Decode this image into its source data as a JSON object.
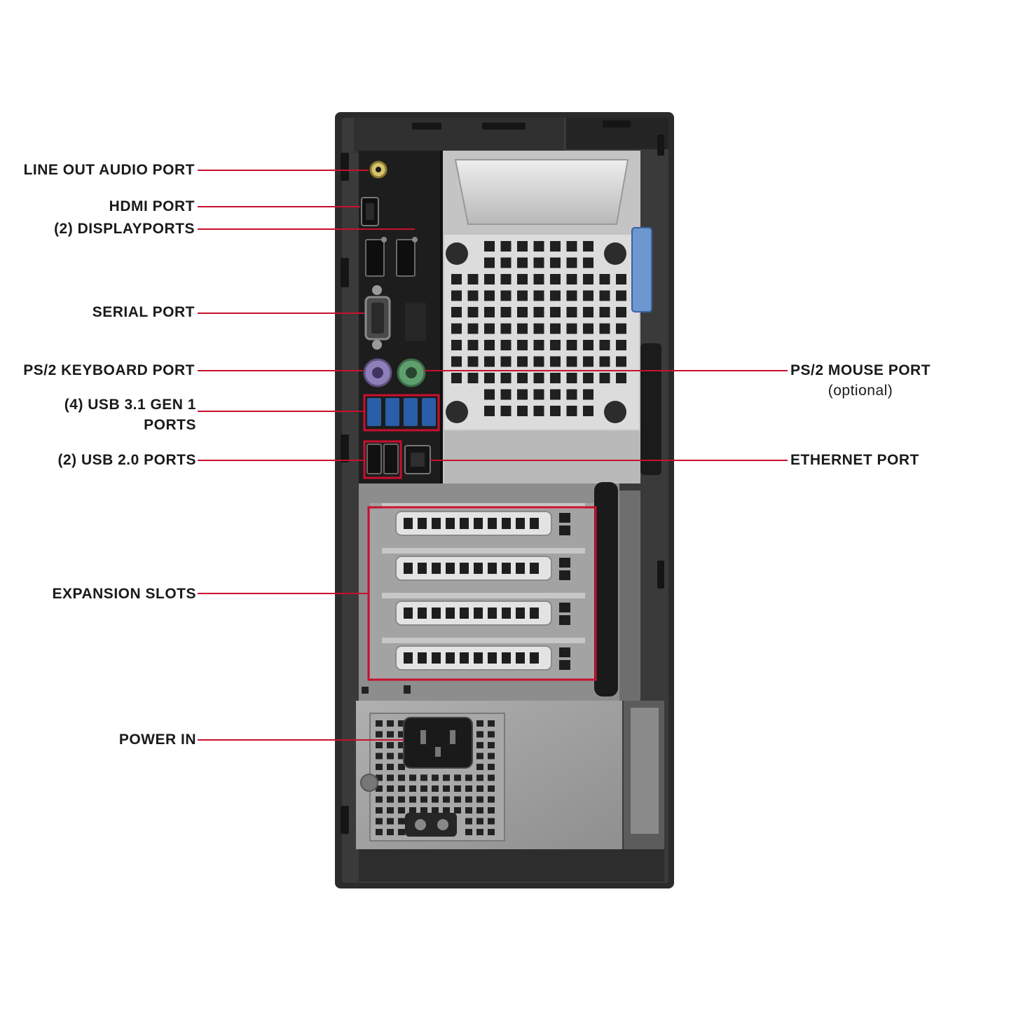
{
  "colors": {
    "leader": "#c8102e",
    "chassis": "#2b2b2b",
    "panel": "#1d1d1d",
    "metal": "#b5b5b5",
    "port_blue": "#2a5ea8",
    "ps2_purple": "#8f7fb8",
    "ps2_green": "#5f9e6e",
    "release_latch": "#6d97cf"
  },
  "callouts": {
    "line_out": {
      "text": "LINE OUT AUDIO PORT",
      "side": "left",
      "icon": "audio-jack-icon"
    },
    "hdmi": {
      "text": "HDMI PORT",
      "side": "left",
      "icon": "hdmi-port-icon"
    },
    "displayports": {
      "text": "(2) DISPLAYPORTS",
      "side": "left",
      "icon": "displayport-icon"
    },
    "serial": {
      "text": "SERIAL PORT",
      "side": "left",
      "icon": "serial-port-icon"
    },
    "ps2_keyboard": {
      "text": "PS/2 KEYBOARD PORT",
      "side": "left",
      "icon": "ps2-keyboard-port-icon"
    },
    "usb31": {
      "text": "(4) USB 3.1 GEN 1",
      "text2": "PORTS",
      "side": "left",
      "icon": "usb-port-icon"
    },
    "usb20": {
      "text": "(2) USB 2.0 PORTS",
      "side": "left",
      "icon": "usb-port-icon"
    },
    "expansion": {
      "text": "EXPANSION SLOTS",
      "side": "left",
      "icon": "expansion-slot-icon"
    },
    "power": {
      "text": "POWER IN",
      "side": "left",
      "icon": "power-socket-icon"
    },
    "ps2_mouse": {
      "text": "PS/2 MOUSE PORT",
      "note": "(optional)",
      "side": "right",
      "icon": "ps2-mouse-port-icon"
    },
    "ethernet": {
      "text": "ETHERNET PORT",
      "side": "right",
      "icon": "ethernet-port-icon"
    }
  }
}
